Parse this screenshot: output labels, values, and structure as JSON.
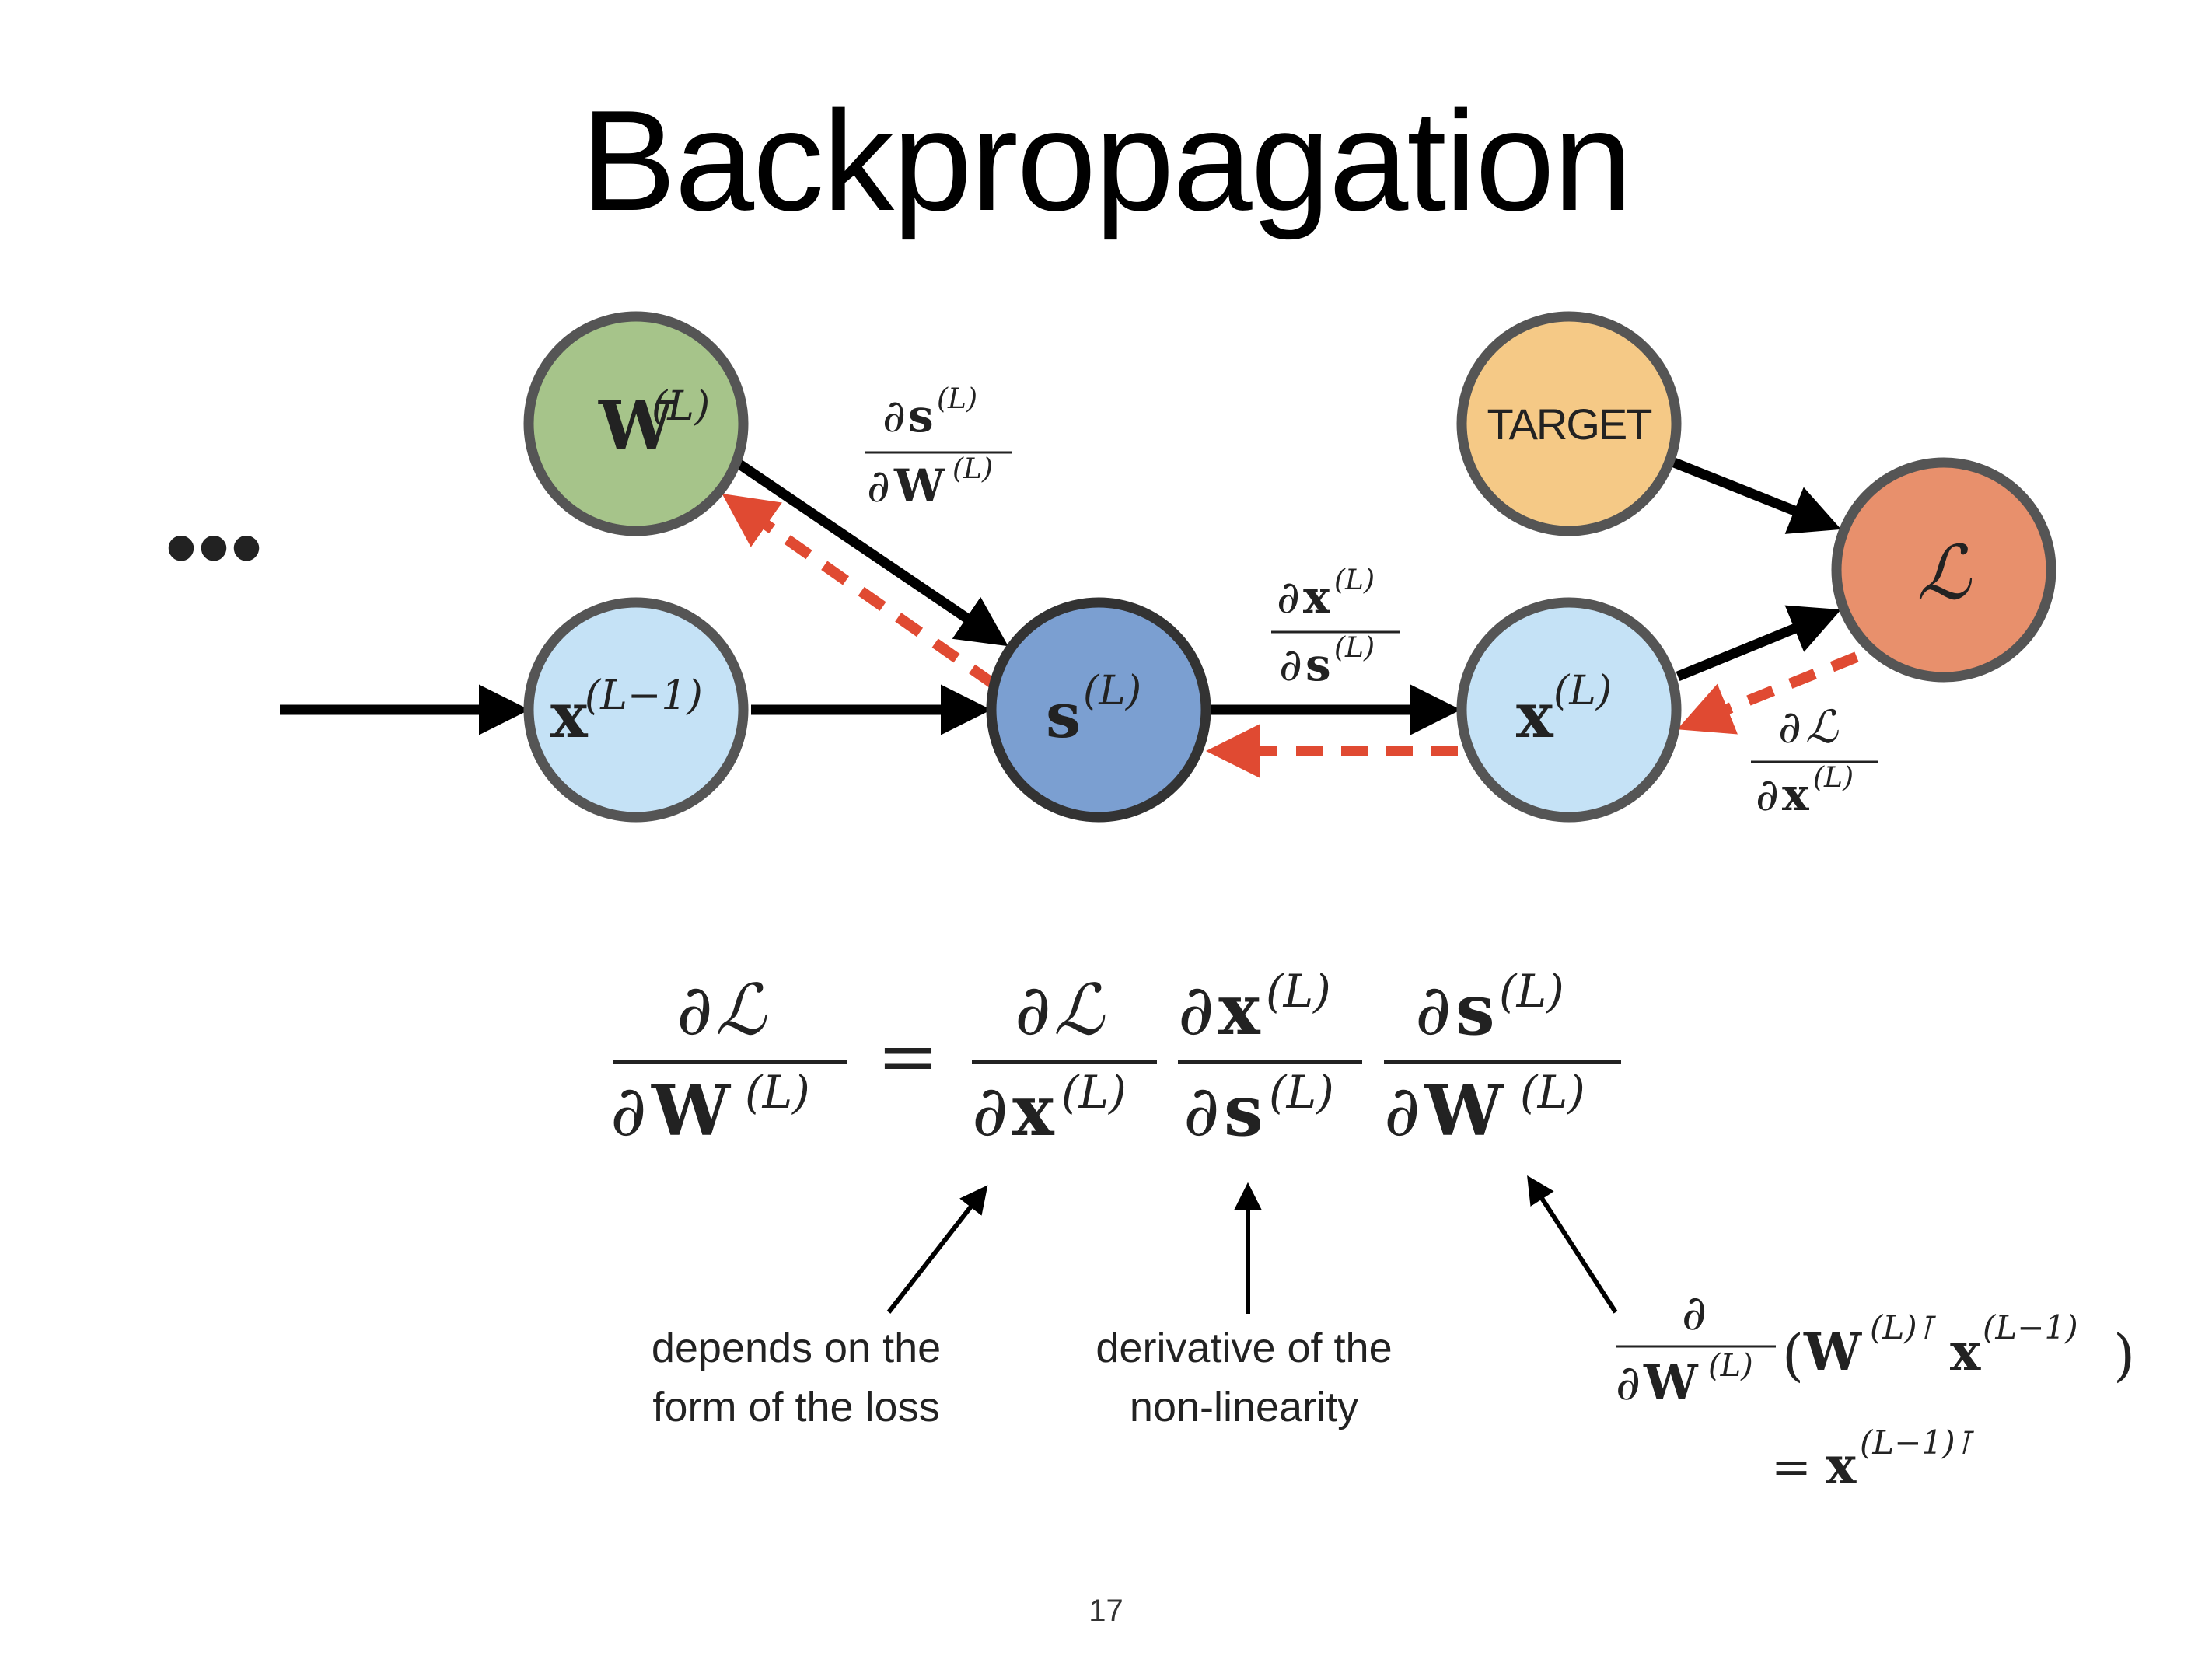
{
  "title": "Backpropagation",
  "page_number": "17",
  "colors": {
    "weight_node": "#a6c48a",
    "input_node": "#c5e2f6",
    "score_node": "#7b9fd1",
    "output_node": "#c5e2f6",
    "target_node": "#f5c986",
    "loss_node": "#e8906c",
    "node_border": "#555555",
    "forward_arrow": "#000000",
    "backward_arrow": "#e04a32"
  },
  "nodes": {
    "ellipsis": "•••",
    "weight": {
      "sym": "W",
      "sup": "(L)"
    },
    "input": {
      "sym": "x",
      "sup": "(L−1)"
    },
    "score": {
      "sym": "s",
      "sup": "(L)"
    },
    "output": {
      "sym": "x",
      "sup": "(L)"
    },
    "target": {
      "label": "TARGET"
    },
    "loss": {
      "sym": "ℒ"
    }
  },
  "partials": {
    "d": "∂",
    "sup_L": "(L)",
    "sup_Lm1": "(L−1)",
    "sup_LT": "(L)⊺",
    "sup_Lm1T": "(L−1)⊺",
    "W": "W",
    "x": "x",
    "s": "s",
    "loss": "ℒ",
    "equals": "=",
    "lparen": "(",
    "rparen": ")"
  },
  "captions": {
    "loss_form_line1": "depends on the",
    "loss_form_line2": "form of the loss",
    "nonlin_line1": "derivative of the",
    "nonlin_line2": "non-linearity"
  }
}
